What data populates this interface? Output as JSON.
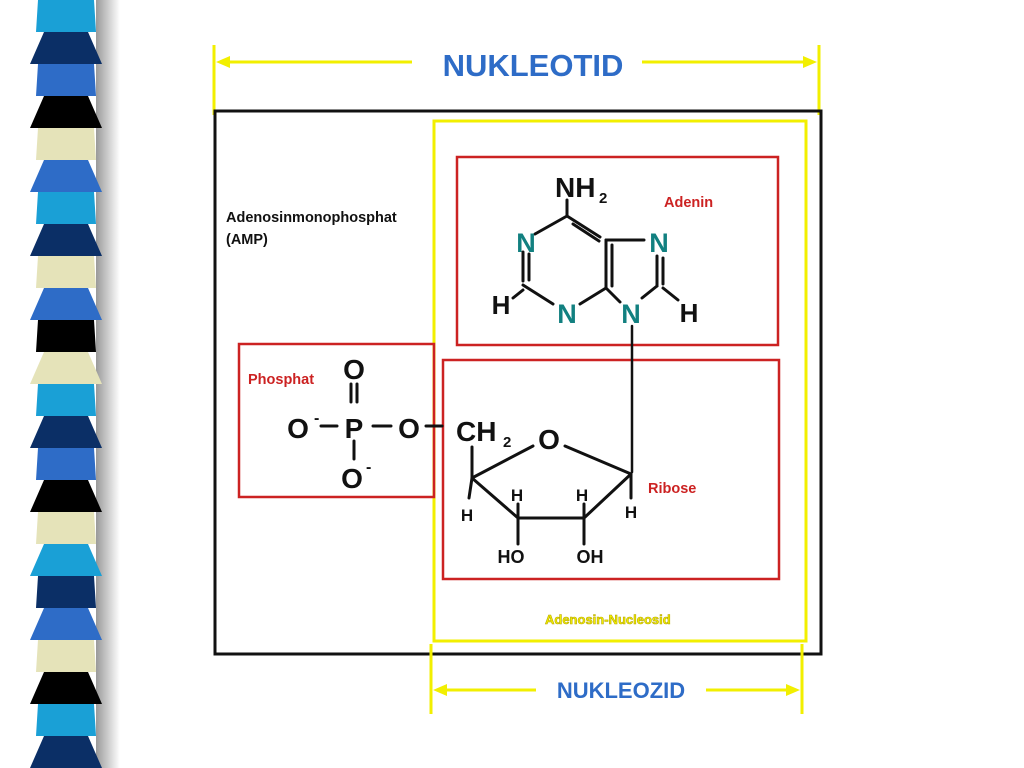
{
  "slide": {
    "title_top": "NUKLEOTID",
    "title_bottom": "NUKLEOZID",
    "compound_name_line1": "Adenosinmonophosphat",
    "compound_name_line2": "(AMP)",
    "section_phosphat": "Phosphat",
    "section_adenin": "Adenin",
    "section_ribose": "Ribose",
    "section_nucleosid": "Adenosin-Nucleosid"
  },
  "molecule": {
    "phosphate": {
      "o_top": "O",
      "double_bond": "||",
      "o_left": "O",
      "o_left_charge": "-",
      "p": "P",
      "o_right": "O",
      "o_bottom": "O",
      "o_bottom_charge": "-",
      "ch2": "CH",
      "ch2_sub": "2"
    },
    "adenine": {
      "nh2": "NH",
      "nh2_sub": "2",
      "n1": "N",
      "n3": "N",
      "n7": "N",
      "n9": "N",
      "h2": "H",
      "h8": "H"
    },
    "ribose": {
      "ring_o": "O",
      "h_c4": "H",
      "h_c3": "H",
      "h_c2": "H",
      "h_c1": "H",
      "oh3": "HO",
      "oh2": "OH"
    }
  },
  "colors": {
    "title": "#2e6cc7",
    "yellow": "#f2ef00",
    "red": "#cc2222",
    "label_red": "#cc2222",
    "nitrogen": "#128080",
    "stripe_dark": "#0b2f66",
    "stripe_blue": "#2e6cc7",
    "stripe_cyan": "#1aa0d6",
    "stripe_cream": "#e5e3b9",
    "stripe_black": "#000000"
  }
}
